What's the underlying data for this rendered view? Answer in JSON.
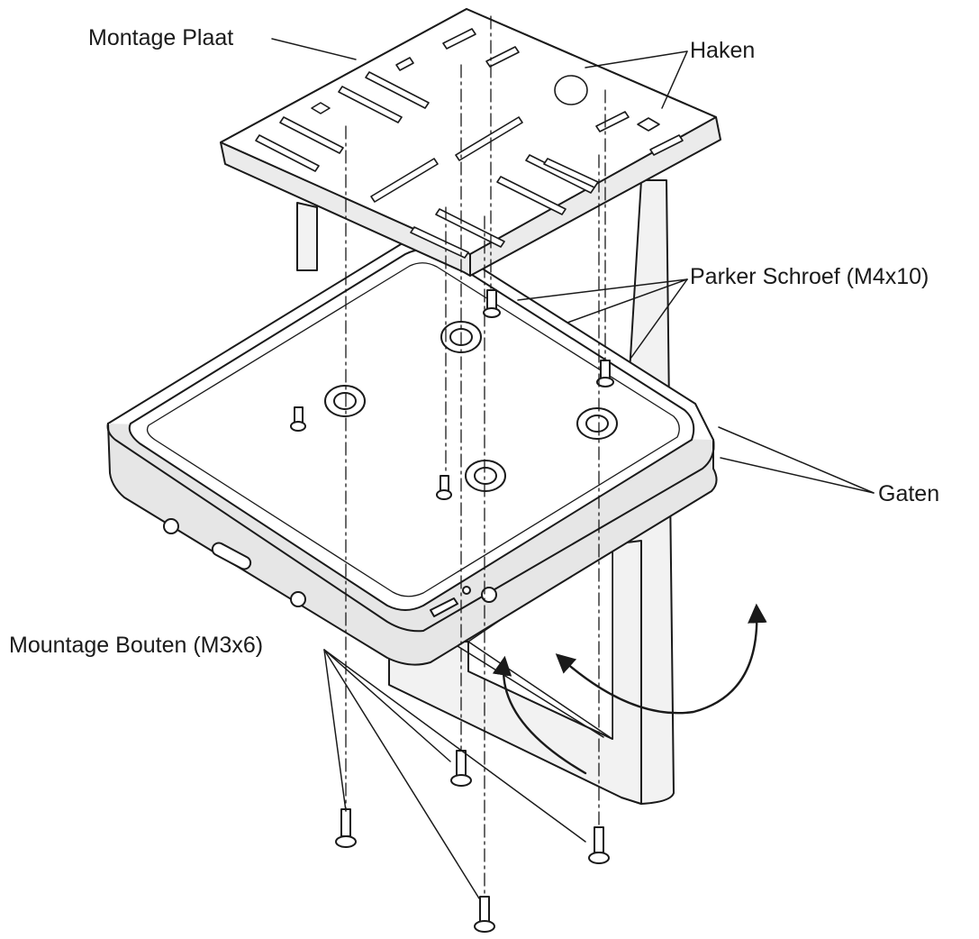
{
  "callouts": {
    "mounting_plate": "Montage Plaat",
    "hooks": "Haken",
    "parker_screw": "Parker Schroef (M4x10)",
    "holes": "Gaten",
    "mounting_bolts": "Mountage Bouten (M3x6)"
  },
  "colors": {
    "line": "#1a1a1a",
    "fill": "#ffffff",
    "shade": "#e6e6e6"
  }
}
